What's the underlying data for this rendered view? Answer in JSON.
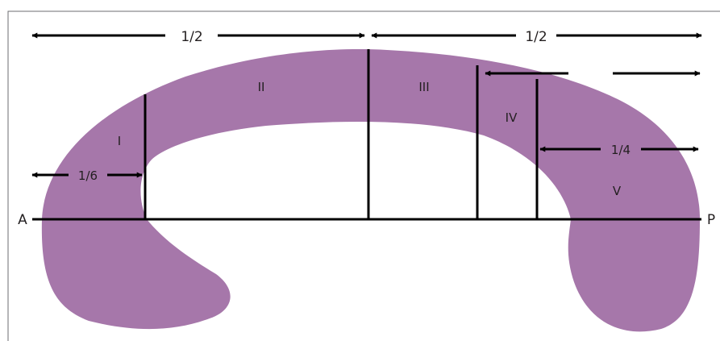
{
  "colors": {
    "shape_fill": "#a677aa",
    "line": "#000000",
    "frame": "#6d6e71",
    "text": "#231f20"
  },
  "axis": {
    "left_label": "A",
    "right_label": "P"
  },
  "segments": {
    "s1": "I",
    "s2": "II",
    "s3": "III",
    "s4": "IV",
    "s5": "V"
  },
  "fractions": {
    "left_half": "1/2",
    "right_half": "1/2",
    "sixth": "1/6",
    "quarter": "1/4"
  }
}
